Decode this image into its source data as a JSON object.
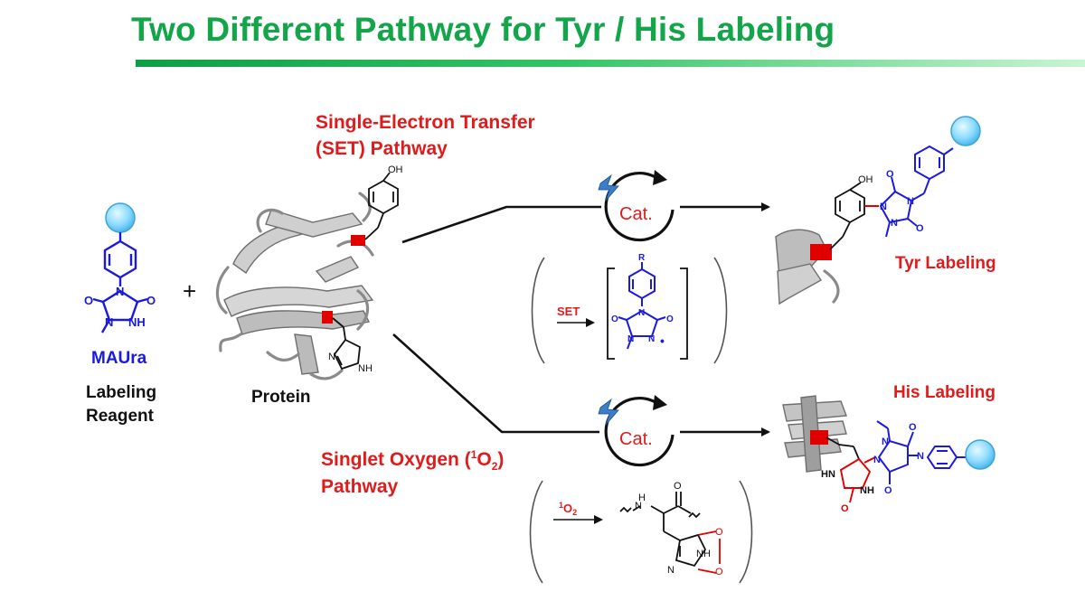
{
  "title": "Two Different Pathway for Tyr / His Labeling",
  "plus": "+",
  "reagent": {
    "name": "MAUra",
    "caption_line1": "Labeling",
    "caption_line2": "Reagent"
  },
  "protein": {
    "caption": "Protein"
  },
  "set_pathway": {
    "line1": "Single-Electron Transfer",
    "line2": "(SET) Pathway"
  },
  "singlet_pathway": {
    "line1_pre": "Singlet Oxygen (",
    "sup": "1",
    "o": "O",
    "sub": "2",
    "line1_post": ")",
    "line2": "Pathway"
  },
  "catalyst_label": "Cat.",
  "set_arrow_label": "SET",
  "o2_arrow_label": {
    "sup": "1",
    "o": "O",
    "sub": "2"
  },
  "tyr_result": "Tyr Labeling",
  "his_result": "His Labeling",
  "atoms": {
    "n": "N",
    "nh": "NH",
    "hn": "HN",
    "o": "O",
    "oh": "OH",
    "h": "H",
    "r": "R",
    "radical_dot": "•"
  },
  "colors": {
    "title": "#12a54a",
    "pathway_red": "#e01b1b",
    "reagent_blue": "#1a1adf",
    "tag": "#8fdcff",
    "label_red": "#e00000"
  }
}
